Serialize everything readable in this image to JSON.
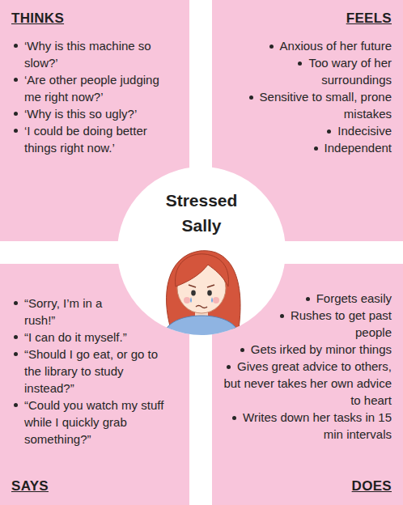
{
  "diagram": {
    "nodes": [
      {
        "text": [
          "THINKS",
          "‘Why is this machine so slow?’",
          "‘Are other people judging me right now?’",
          "‘Why is this so ugly?’",
          "‘I could be doing better things right now.’"
        ]
      },
      {
        "text": [
          "FEELS",
          "Anxious of her future",
          "Too wary of her surroundings",
          "Sensitive to small, prone mistakes",
          "Indecisive",
          "Independent"
        ]
      },
      {
        "text": [
          "Stressed Sally"
        ]
      },
      {
        "text": [
          "SAYS",
          "“Sorry, I’m in a rush!”",
          "“I can do it myself.”",
          "“Should I go eat, or go to the library to study instead?”",
          "“Could you watch my stuff while I quickly grab something?”"
        ]
      },
      {
        "text": [
          "DOES",
          "Forgets easily",
          "Rushes to get past people",
          "Gets irked by minor things",
          "Gives great advice to others, but never takes her own advice to heart",
          "Writes down her tasks in 15 min intervals"
        ]
      }
    ]
  }
}
